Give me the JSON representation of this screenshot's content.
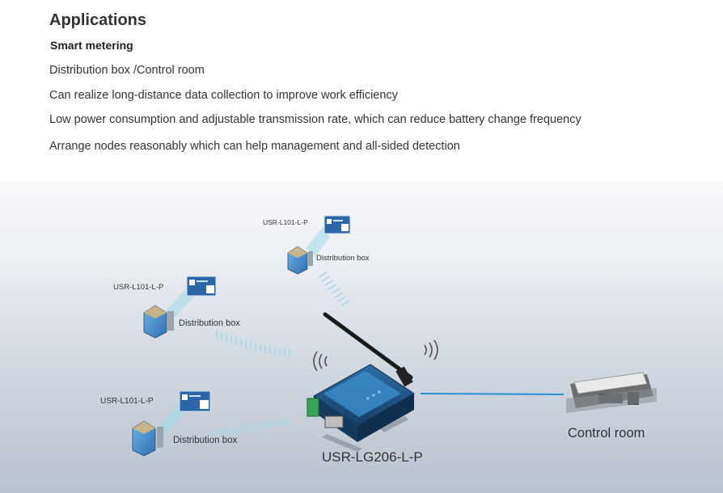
{
  "heading": "Applications",
  "subheading": "Smart metering",
  "lines": [
    "Distribution box /Control room",
    "Can realize long-distance data collection to improve work efficiency",
    "Low power consumption and adjustable transmission rate, which can reduce battery change frequency",
    "Arrange nodes reasonably which can help management and all-sided detection"
  ],
  "diagram": {
    "nodes": [
      {
        "module": "USR-L101-L-P",
        "box": "Distribution box"
      },
      {
        "module": "USR-L101-L-P",
        "box": "Distribution box"
      },
      {
        "module": "USR-L101-L-P",
        "box": "Distribution box"
      }
    ],
    "gateway": "USR-LG206-L-P",
    "control_room": "Control room",
    "colors": {
      "wave": "#9fd8ea",
      "link": "#2a8fd0",
      "device": "#1e5a8c"
    }
  }
}
